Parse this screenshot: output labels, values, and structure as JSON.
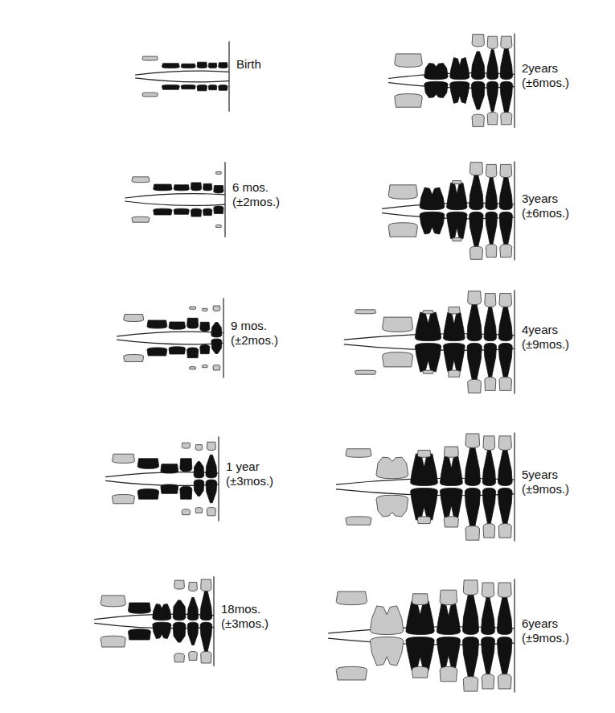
{
  "diagram": {
    "labels": [
      "Birth",
      "6 mos. (±2mos.)",
      "9 mos. (±2mos.)",
      "1 year (±3mos.)",
      "18mos. (±3mos.)",
      "2years (±6mos.)",
      "3years (±6mos.)",
      "4years (±9mos.)",
      "5years (±9mos.)",
      "6years (±9mos.)"
    ]
  }
}
